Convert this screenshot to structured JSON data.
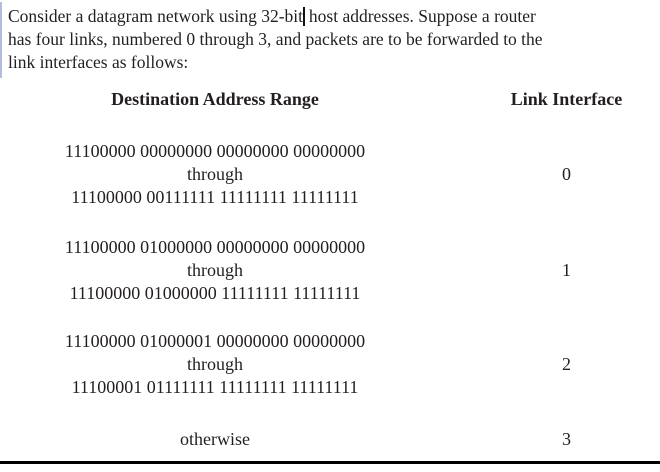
{
  "document": {
    "paragraph": {
      "line1_before_caret": "Consider a datagram network using 32-bit",
      "line1_after_caret": " host addresses. Suppose a router",
      "line2": "has four links, numbered 0 through 3, and packets are to be forwarded to the",
      "line3": "link interfaces as follows:"
    },
    "table": {
      "header_left": "Destination Address Range",
      "header_right": "Link Interface",
      "rows": [
        {
          "range_start": "11100000 00000000 00000000 00000000",
          "connector": "through",
          "range_end": "11100000 00111111 11111111 11111111",
          "link_interface": "0"
        },
        {
          "range_start": "11100000 01000000 00000000 00000000",
          "connector": "through",
          "range_end": "11100000 01000000 11111111 11111111",
          "link_interface": "1"
        },
        {
          "range_start": "11100000 01000001 00000000 00000000",
          "connector": "through",
          "range_end": "11100001 01111111 11111111 11111111",
          "link_interface": "2"
        },
        {
          "range_start": "otherwise",
          "link_interface": "3"
        }
      ]
    },
    "colors": {
      "text": "#231f20",
      "bottom_rule": "#000000",
      "left_edge_accent": "#b4bcdc"
    }
  }
}
